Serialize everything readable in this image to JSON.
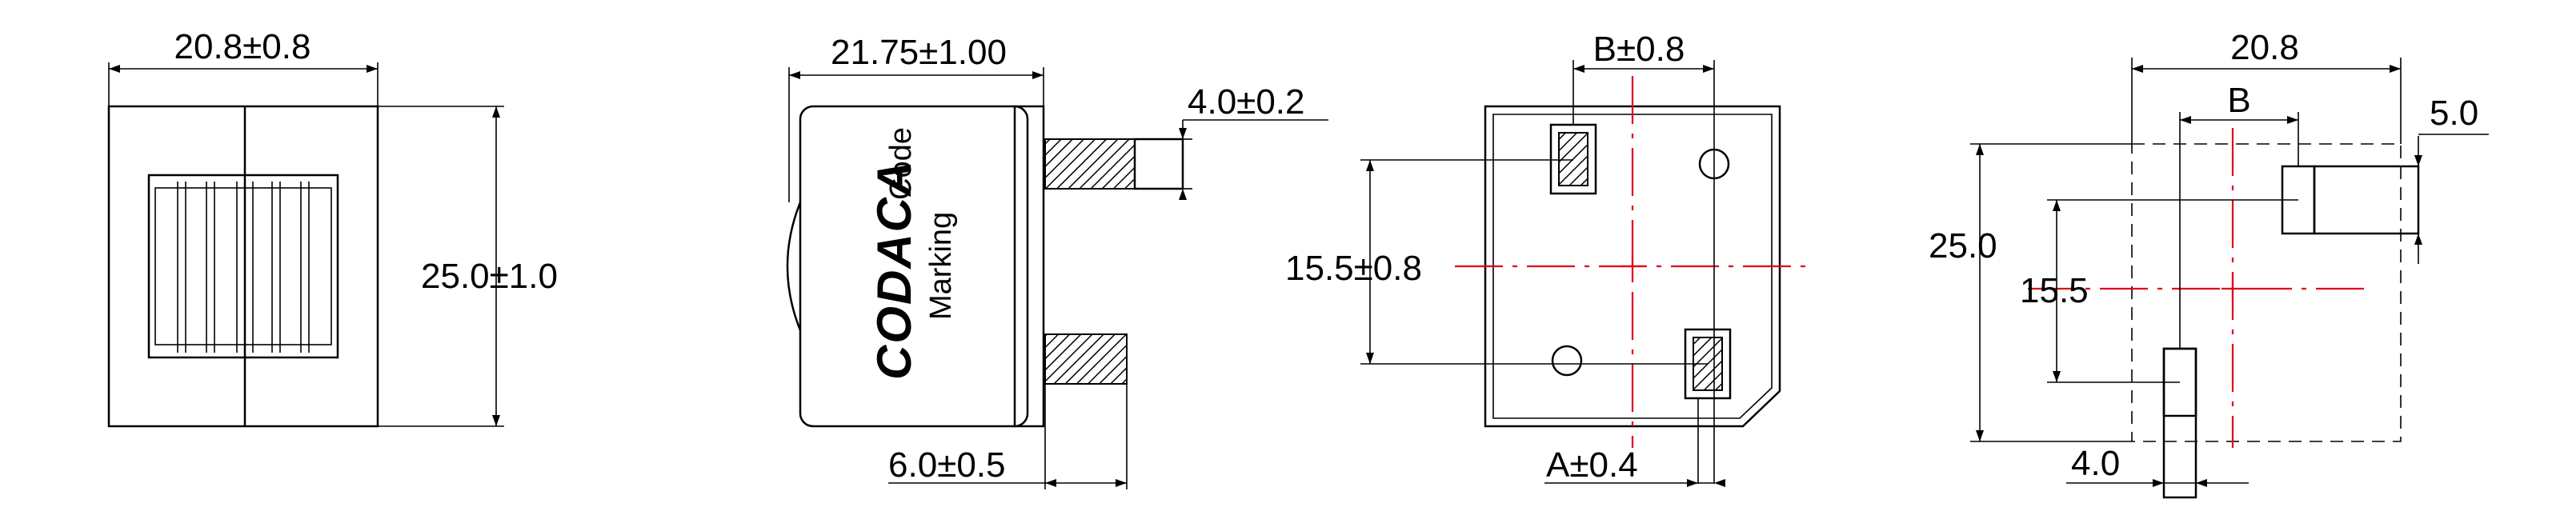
{
  "colors": {
    "line": "#000000",
    "centerline": "#e0001a",
    "background": "#ffffff"
  },
  "views": {
    "front": {
      "width_dim": "20.8±0.8",
      "height_dim": "25.0±1.0"
    },
    "side": {
      "length_dim": "21.75±1.00",
      "pin_width_dim": "4.0±0.2",
      "pin_length_dim": "6.0±0.5",
      "brand": "CODACA",
      "marking_line1": "Code",
      "marking_line2": "Marking"
    },
    "bottom": {
      "b_dim": "B±0.8",
      "pin_spacing_dim": "15.5±0.8",
      "a_dim": "A±0.4"
    },
    "footprint": {
      "width_dim": "20.8",
      "b_dim": "B",
      "pad_width_dim": "5.0",
      "height_dim": "25.0",
      "pin_spacing_dim": "15.5",
      "pad_height_dim": "4.0"
    }
  }
}
